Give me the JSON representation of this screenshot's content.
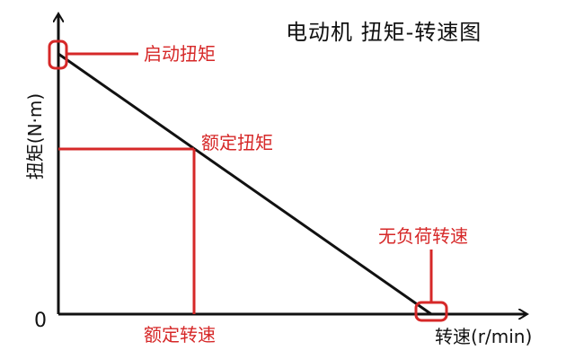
{
  "diagram": {
    "title": "电动机 扭矩-转速图",
    "y_axis_label": "扭矩(N·m)",
    "x_axis_label": "转速(r/min)",
    "origin_label": "0",
    "annotations": {
      "starting_torque": "启动扭矩",
      "rated_torque": "额定扭矩",
      "no_load_speed": "无负荷转速",
      "rated_speed": "额定转速"
    },
    "colors": {
      "axis": "#111111",
      "curve": "#111111",
      "annotation": "#d62828",
      "background": "#ffffff"
    }
  }
}
